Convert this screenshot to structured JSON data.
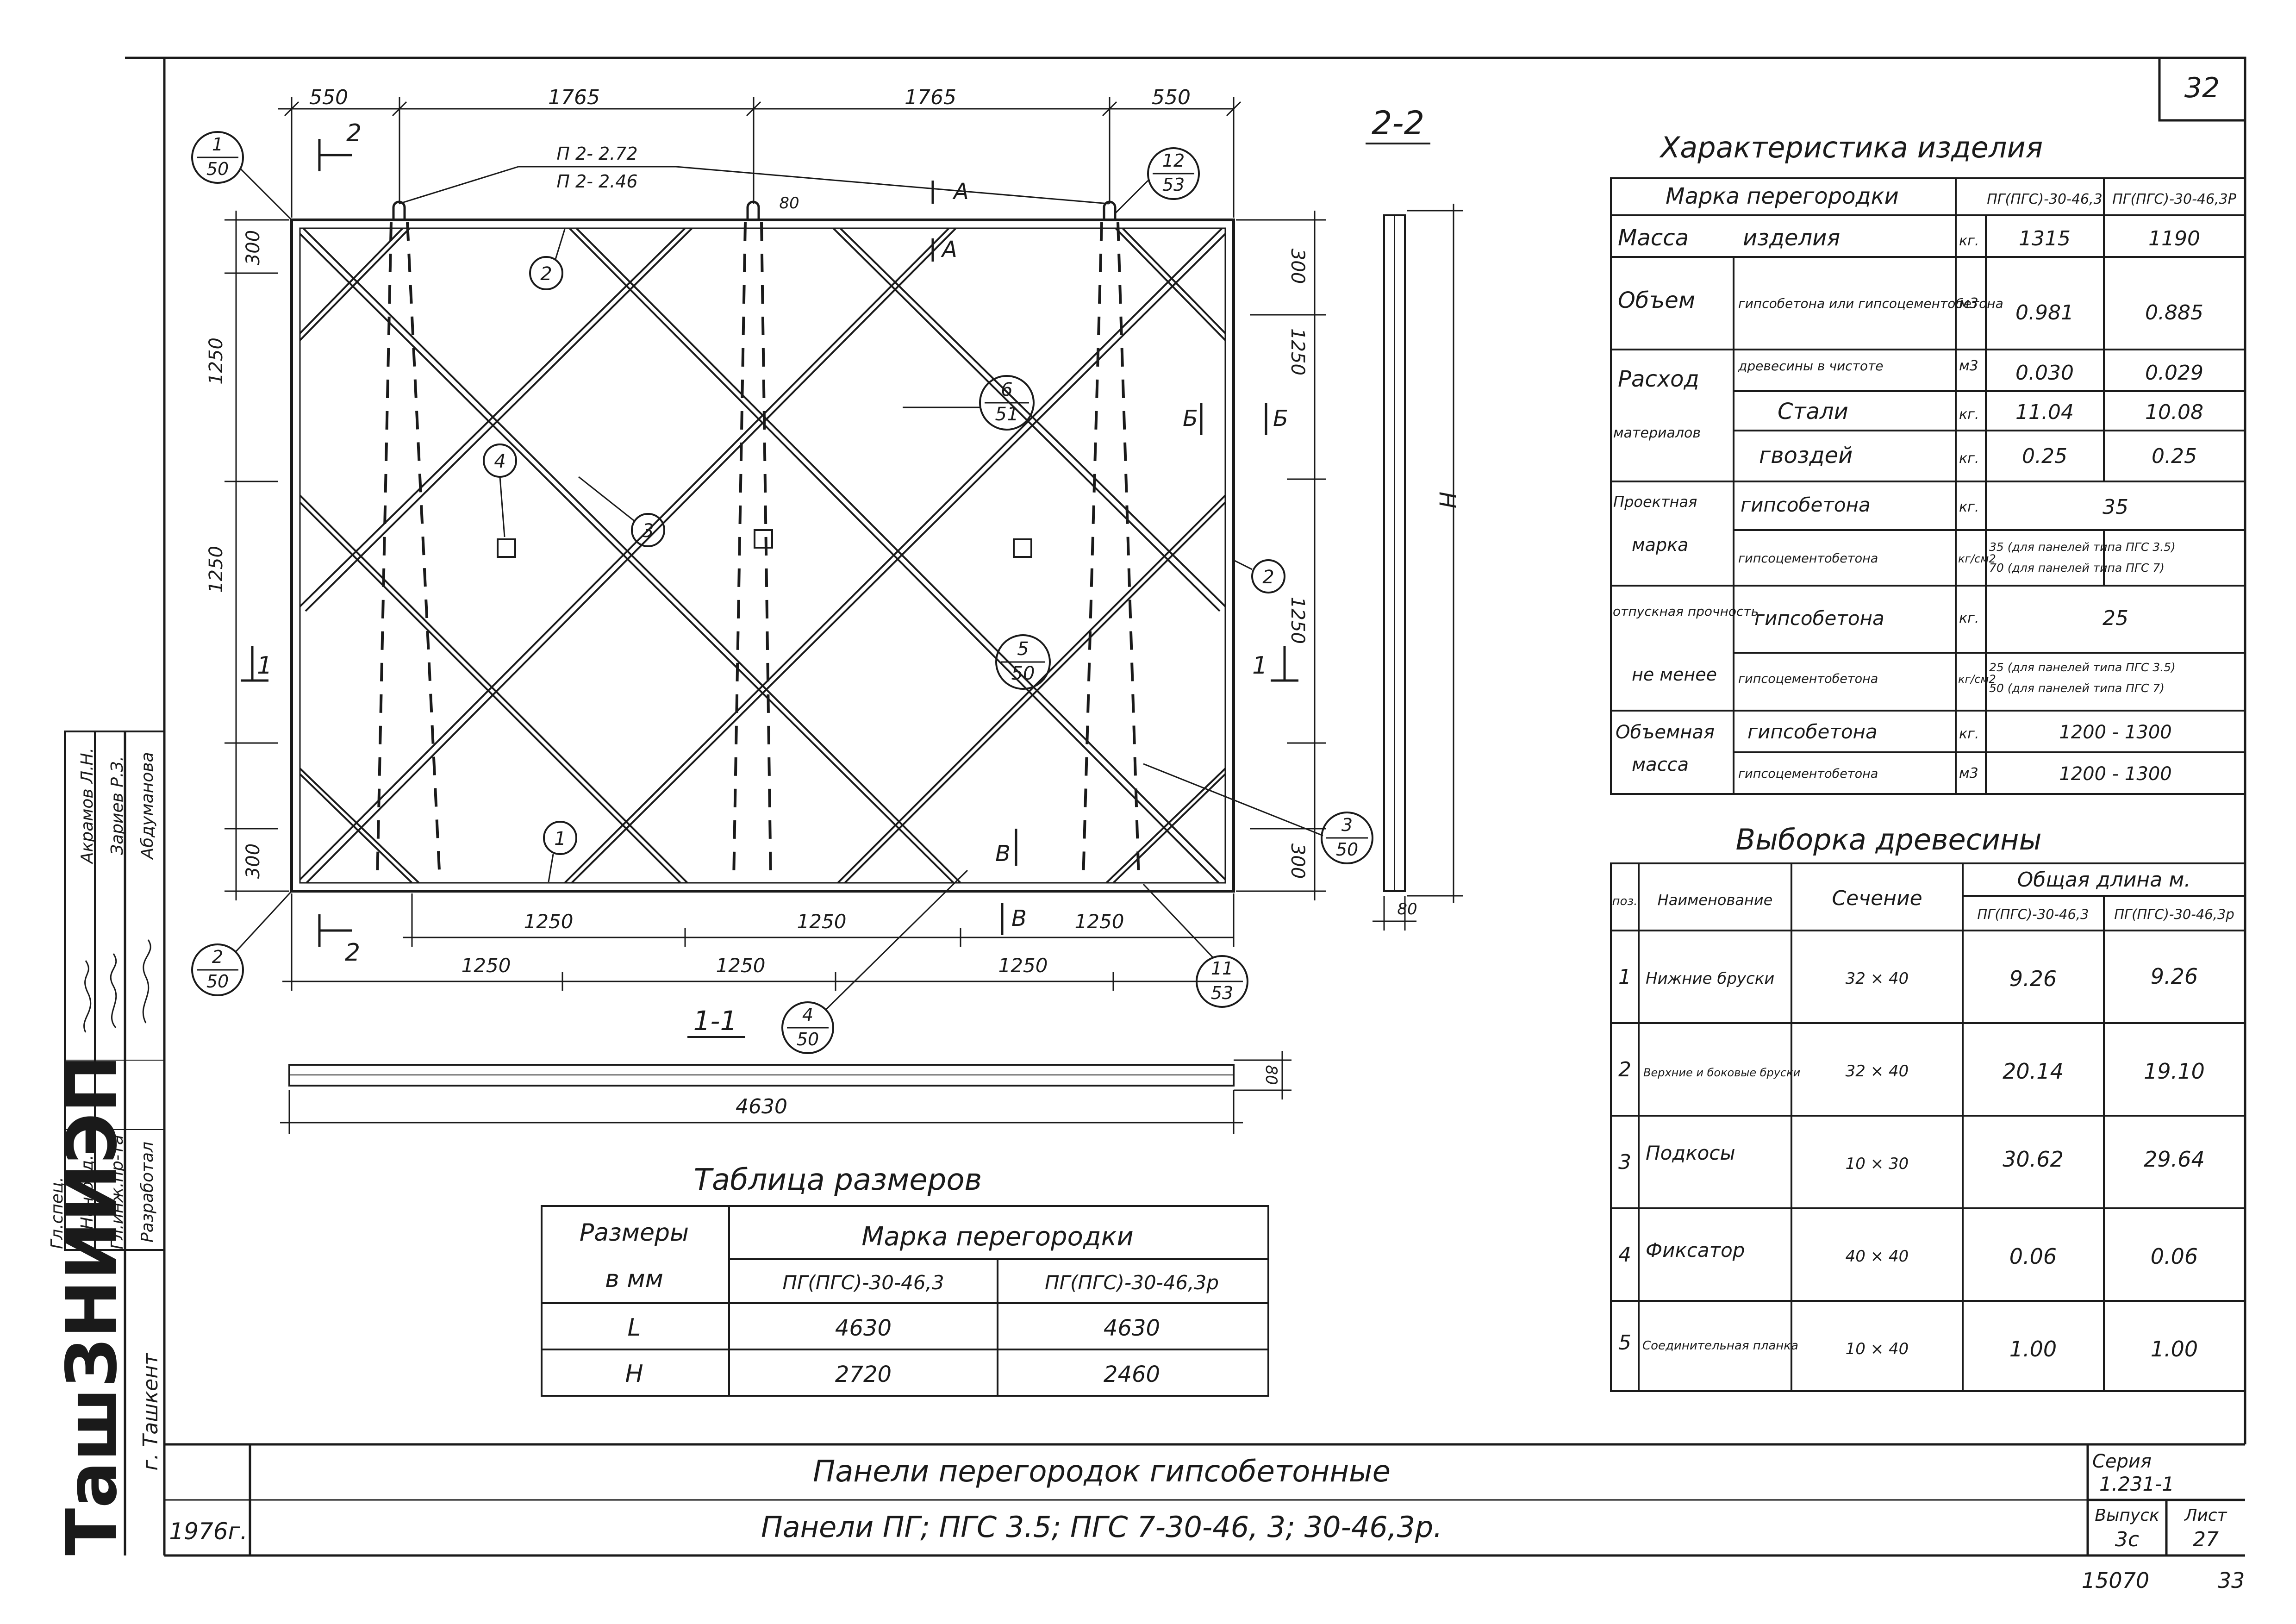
{
  "sheet": {
    "page_number": "32",
    "footer_number": "15070",
    "footer_page": "33",
    "section_label": "2-2",
    "section_1_label": "1-1"
  },
  "panel_view": {
    "top_dims": [
      "550",
      "1765",
      "1765",
      "550"
    ],
    "height_labels": [
      "П 2- 2.72",
      "П 2- 2.46"
    ],
    "left_dims": [
      "300",
      "1250",
      "1250",
      "300"
    ],
    "right_dims": [
      "300",
      "1250",
      "1250",
      "300"
    ],
    "bottom_dims_upper": [
      "1250",
      "1250",
      "1250"
    ],
    "bottom_dims_lower": [
      "1250",
      "1250",
      "1250"
    ],
    "total_length": "4630",
    "thickness": "80",
    "side_h_label": "H",
    "side_thickness": "80",
    "cut_labels": {
      "a": "А",
      "b": "Б",
      "v": "В",
      "two": "2",
      "one": "1"
    },
    "callouts": [
      {
        "num": "1",
        "den": "50"
      },
      {
        "num": "12",
        "den": "53"
      },
      {
        "num": "6",
        "den": "51"
      },
      {
        "num": "5",
        "den": "50"
      },
      {
        "num": "3",
        "den": "50"
      },
      {
        "num": "2",
        "den": "50"
      },
      {
        "num": "4",
        "den": "50"
      },
      {
        "num": "11",
        "den": "53"
      }
    ],
    "position_marks": [
      "2",
      "3",
      "4",
      "2",
      "1"
    ]
  },
  "characteristics": {
    "title": "Характеристика изделия",
    "col_headers": [
      "Марка перегородки",
      "ПГ(ПГС)-30-46,3",
      "ПГ(ПГС)-30-46,3Р"
    ],
    "rows": [
      {
        "group": "Масса",
        "item": "изделия",
        "unit": "кг.",
        "v1": "1315",
        "v2": "1190"
      },
      {
        "group": "Объем",
        "item": "гипсобетона или гипсоцементобетона",
        "unit": "м3",
        "v1": "0.981",
        "v2": "0.885"
      },
      {
        "group": "Расход",
        "item": "древесины в чистоте",
        "unit": "м3",
        "v1": "0.030",
        "v2": "0.029"
      },
      {
        "group": "материалов",
        "item": "Стали",
        "unit": "кг.",
        "v1": "11.04",
        "v2": "10.08"
      },
      {
        "group": "",
        "item": "гвоздей",
        "unit": "кг.",
        "v1": "0.25",
        "v2": "0.25"
      },
      {
        "group": "Проектная",
        "item": "гипсобетона",
        "unit": "кг.",
        "v1": "35",
        "v2": ""
      },
      {
        "group": "марка",
        "item": "гипсоцементобетона",
        "unit": "кг/см2",
        "v1": "35 (для панелей типа ПГС 3.5)",
        "v2": "70 (для панелей типа ПГС 7)"
      },
      {
        "group": "отпускная прочность",
        "item": "гипсобетона",
        "unit": "кг.",
        "v1": "25",
        "v2": ""
      },
      {
        "group": "не менее",
        "item": "гипсоцементобетона",
        "unit": "кг/см2",
        "v1": "25 (для панелей типа ПГС 3.5)",
        "v2": "50 (для панелей типа ПГС 7)"
      },
      {
        "group": "Объемная",
        "item": "гипсобетона",
        "unit": "кг.",
        "v1": "1200 - 1300",
        "v2": ""
      },
      {
        "group": "масса",
        "item": "гипсоцементобетона",
        "unit": "м3",
        "v1": "1200 - 1300",
        "v2": ""
      }
    ]
  },
  "wood": {
    "title": "Выборка древесины",
    "headers": [
      "поз.",
      "Наименование",
      "Сечение",
      "Общая длина м.",
      "ПГ(ПГС)-30-46,3",
      "ПГ(ПГС)-30-46,3р"
    ],
    "rows": [
      {
        "pos": "1",
        "name": "Нижние бруски",
        "sec": "32 × 40",
        "v1": "9.26",
        "v2": "9.26"
      },
      {
        "pos": "2",
        "name": "Верхние и боковые бруски",
        "sec": "32 × 40",
        "v1": "20.14",
        "v2": "19.10"
      },
      {
        "pos": "3",
        "name": "Подкосы",
        "sec": "10 × 30",
        "v1": "30.62",
        "v2": "29.64"
      },
      {
        "pos": "4",
        "name": "Фиксатор",
        "sec": "40 × 40",
        "v1": "0.06",
        "v2": "0.06"
      },
      {
        "pos": "5",
        "name": "Соединительная планка",
        "sec": "10 × 40",
        "v1": "1.00",
        "v2": "1.00"
      }
    ]
  },
  "sizes": {
    "title": "Таблица размеров",
    "h1": "Размеры",
    "h1b": "в мм",
    "h2": "Марка перегородки",
    "c1": "ПГ(ПГС)-30-46,3",
    "c2": "ПГ(ПГС)-30-46,3р",
    "rows": [
      {
        "k": "L",
        "v1": "4630",
        "v2": "4630"
      },
      {
        "k": "H",
        "v1": "2720",
        "v2": "2460"
      }
    ]
  },
  "title_block": {
    "title1": "Панели перегородок гипсобетонные",
    "title2": "Панели ПГ; ПГС 3.5; ПГС 7-30-46, 3; 30-46,3р.",
    "year": "1976г.",
    "series_label": "Серия",
    "series": "1.231-1",
    "issue_label": "Выпуск",
    "issue": "3с",
    "sheet_label": "Лист",
    "sheet": "27",
    "org": "ТашЗНИИЭП",
    "city": "г. Ташкент",
    "roles": [
      "Разработал",
      "Гл.инж.пр-та",
      "Нач.отд.",
      "Гл.спец."
    ],
    "names": [
      "Абдуманова",
      "Зариев Р.З.",
      "Акрамов Л.Н."
    ]
  }
}
